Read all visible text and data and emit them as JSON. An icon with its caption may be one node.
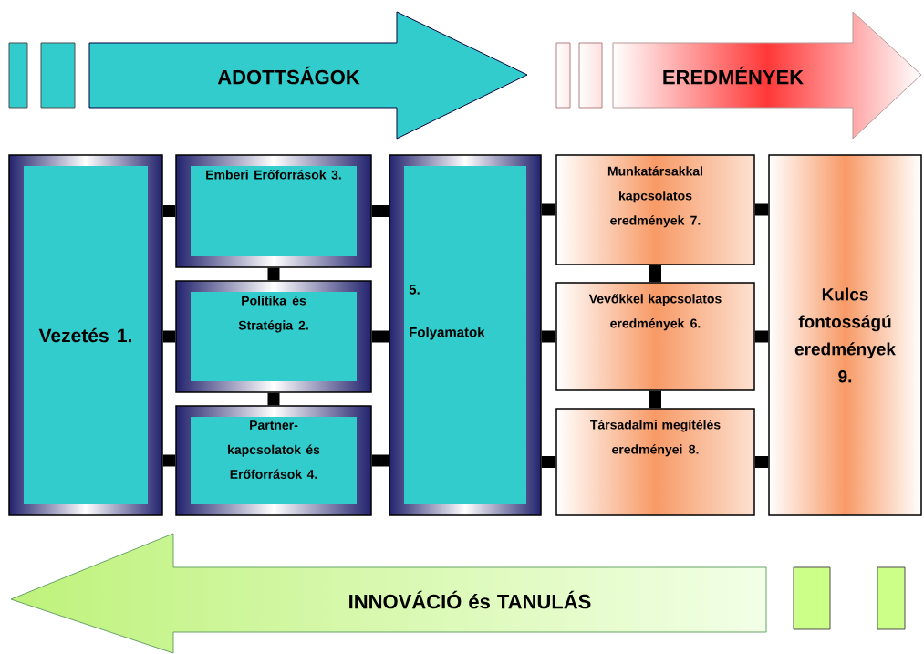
{
  "diagram": {
    "nodes": [
      {
        "text": [
          "ADOTTSÁGOK"
        ]
      },
      {
        "text": [
          "EREDMÉNYEK"
        ]
      },
      {
        "text": [
          "Vezetés 1."
        ]
      },
      {
        "text": [
          "Emberi Erőforrások 3."
        ]
      },
      {
        "text": [
          "Politika és Stratégia 2."
        ]
      },
      {
        "text": [
          "Partner-kapcsolatok és Erőforrások 4."
        ]
      },
      {
        "text": [
          "5.",
          "Folyamatok"
        ]
      },
      {
        "text": [
          "Munkatársakkal kapcsolatos eredmények 7."
        ]
      },
      {
        "text": [
          "Vevőkkel kapcsolatos eredmények 6."
        ]
      },
      {
        "text": [
          "Társadalmi megítélés eredményei 8."
        ]
      },
      {
        "text": [
          "Kulcs fontosságú eredmények 9."
        ]
      },
      {
        "text": [
          "INNOVÁCIÓ és TANULÁS"
        ]
      }
    ],
    "edges": [
      {
        "from": 2,
        "to": 3,
        "arrow": "none"
      },
      {
        "from": 2,
        "to": 4,
        "arrow": "none"
      },
      {
        "from": 2,
        "to": 5,
        "arrow": "none"
      },
      {
        "from": 3,
        "to": 4,
        "arrow": "none"
      },
      {
        "from": 4,
        "to": 5,
        "arrow": "none"
      },
      {
        "from": 3,
        "to": 6,
        "arrow": "none"
      },
      {
        "from": 4,
        "to": 6,
        "arrow": "none"
      },
      {
        "from": 5,
        "to": 6,
        "arrow": "none"
      },
      {
        "from": 6,
        "to": 7,
        "arrow": "none"
      },
      {
        "from": 6,
        "to": 8,
        "arrow": "none"
      },
      {
        "from": 6,
        "to": 9,
        "arrow": "none"
      },
      {
        "from": 7,
        "to": 8,
        "arrow": "none"
      },
      {
        "from": 8,
        "to": 9,
        "arrow": "none"
      },
      {
        "from": 7,
        "to": 10,
        "arrow": "none"
      },
      {
        "from": 8,
        "to": 10,
        "arrow": "none"
      },
      {
        "from": 9,
        "to": 10,
        "arrow": "none"
      }
    ]
  }
}
